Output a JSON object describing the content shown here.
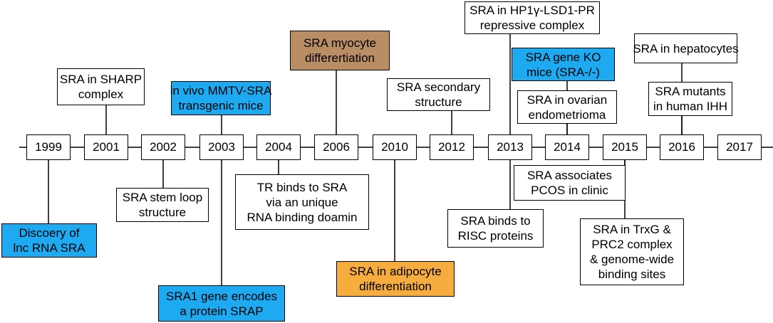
{
  "years": [
    "1999",
    "2001",
    "2002",
    "2003",
    "2004",
    "2006",
    "2010",
    "2012",
    "2013",
    "2014",
    "2015",
    "2016",
    "2017"
  ],
  "events": [
    {
      "id": "sharp",
      "lines": [
        "SRA in SHARP",
        "complex"
      ],
      "color": "#ffffff"
    },
    {
      "id": "mmtv",
      "lines": [
        "in vivo MMTV-SRA",
        "transgenic mice"
      ],
      "color": "#1eaaf1"
    },
    {
      "id": "myocyte",
      "lines": [
        "SRA myocyte",
        "differertiation"
      ],
      "color": "#b98e64"
    },
    {
      "id": "secondary",
      "lines": [
        "SRA secondary",
        "structure"
      ],
      "color": "#ffffff"
    },
    {
      "id": "hp1",
      "lines": [
        "SRA in HP1γ-LSD1-PR",
        "repressive complex"
      ],
      "color": "#ffffff"
    },
    {
      "id": "ko",
      "lines": [
        "SRA gene KO",
        "mice (SRA-/-)"
      ],
      "color": "#1eaaf1"
    },
    {
      "id": "ovarian",
      "lines": [
        "SRA in ovarian",
        "endometrioma"
      ],
      "color": "#ffffff"
    },
    {
      "id": "hepatocytes",
      "lines": [
        "SRA in hepatocytes"
      ],
      "color": "#ffffff"
    },
    {
      "id": "ihh",
      "lines": [
        "SRA mutants",
        "in human IHH"
      ],
      "color": "#ffffff"
    },
    {
      "id": "discovery",
      "lines": [
        "Discoery of",
        "lnc RNA SRA"
      ],
      "color": "#1eaaf1"
    },
    {
      "id": "stemloop",
      "lines": [
        "SRA stem loop",
        "structure"
      ],
      "color": "#ffffff"
    },
    {
      "id": "tr",
      "lines": [
        "TR binds to SRA",
        "via an unique",
        "RNA binding doamin"
      ],
      "color": "#ffffff"
    },
    {
      "id": "srap",
      "lines": [
        "SRA1 gene encodes",
        "a protein SRAP"
      ],
      "color": "#1eaaf1"
    },
    {
      "id": "adipocyte",
      "lines": [
        "SRA in adipocyte",
        "differentiation"
      ],
      "color": "#f7ad3e"
    },
    {
      "id": "risc",
      "lines": [
        "SRA binds to",
        "RISC proteins"
      ],
      "color": "#ffffff"
    },
    {
      "id": "pcos",
      "lines": [
        "SRA associates",
        "PCOS in clinic"
      ],
      "color": "#ffffff"
    },
    {
      "id": "trxg",
      "lines": [
        "SRA in TrxG &",
        "PRC2 complex",
        "& genome-wide",
        "binding sites"
      ],
      "color": "#ffffff"
    }
  ]
}
